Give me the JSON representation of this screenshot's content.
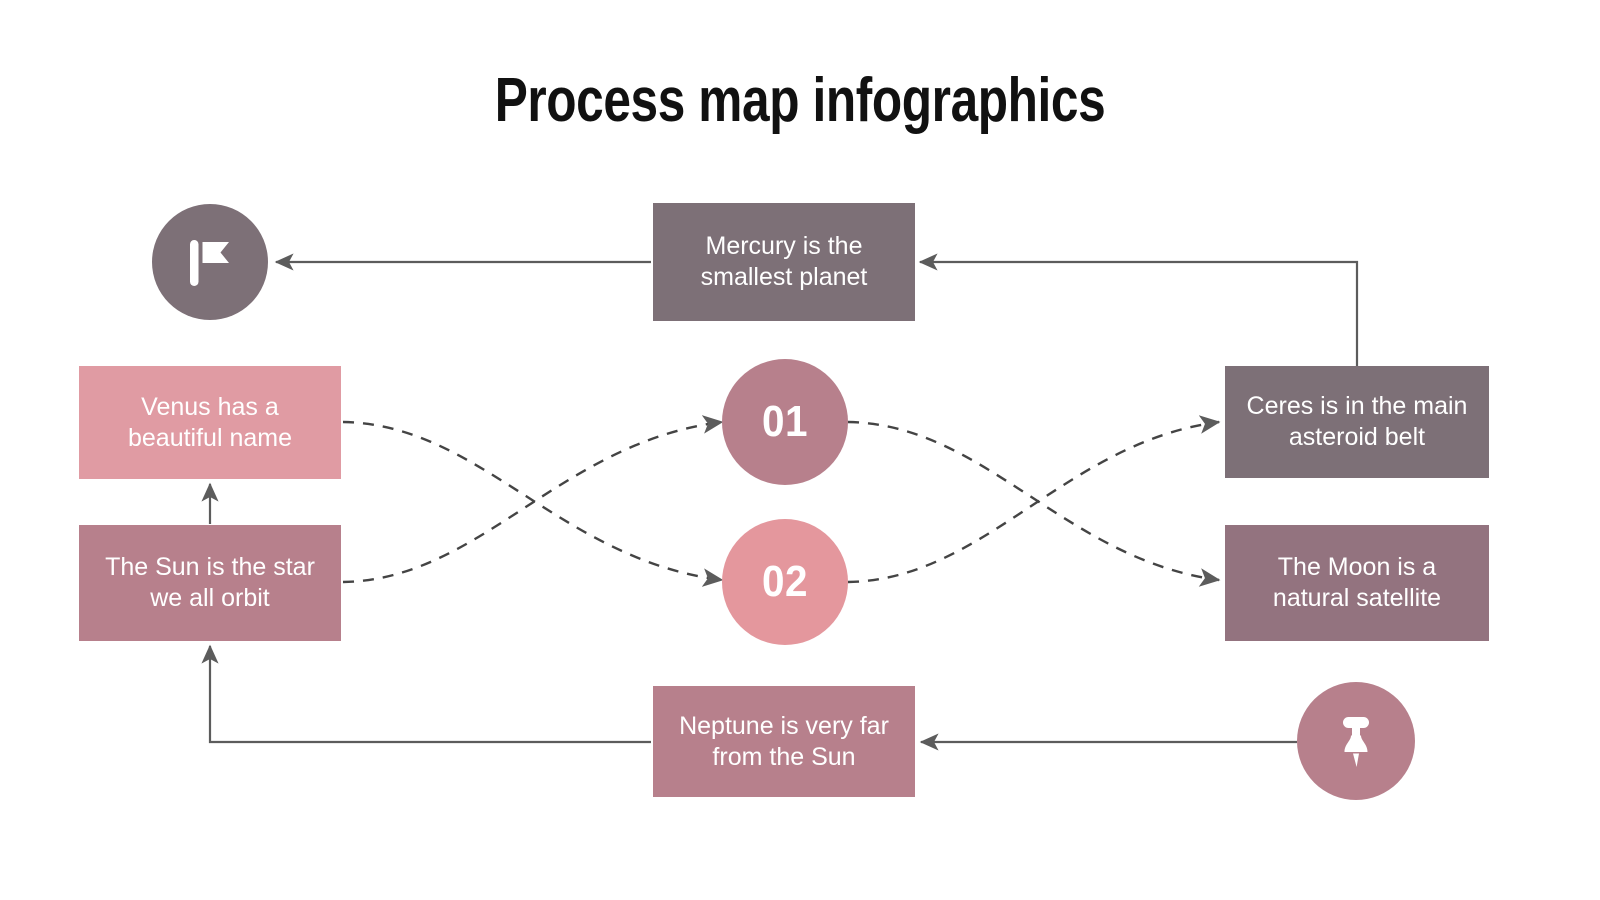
{
  "title": "Process map infographics",
  "colors": {
    "dark_mauve": "#7d7077",
    "mauve": "#93737f",
    "rose": "#b7808c",
    "light_pink": "#e09ba3",
    "bright_pink": "#e4979d",
    "line": "#5c5c5c",
    "text_on_fill": "#ffffff",
    "title_text": "#111111",
    "background": "#ffffff"
  },
  "nodes": {
    "flag_badge": {
      "icon": "flag-icon",
      "fill": "#7d7077"
    },
    "pin_badge": {
      "icon": "pushpin-icon",
      "fill": "#b7808c"
    },
    "mercury": {
      "label": "Mercury is the\nsmallest planet",
      "line1": "Mercury is the",
      "line2": "smallest planet",
      "fill": "#7d7077"
    },
    "venus": {
      "label": "Venus has a\nbeautiful name",
      "line1": "Venus has a",
      "line2": "beautiful name",
      "fill": "#e09ba3"
    },
    "sun": {
      "label": "The Sun is the star\nwe all orbit",
      "line1": "The Sun is the star",
      "line2": "we all orbit",
      "fill": "#b7808c"
    },
    "ceres": {
      "label": "Ceres is in the main\nasteroid belt",
      "line1": "Ceres is in the main",
      "line2": "asteroid belt",
      "fill": "#7d7077"
    },
    "moon": {
      "label": "The Moon is a\nnatural satellite",
      "line1": "The Moon is a",
      "line2": "natural satellite",
      "fill": "#93737f"
    },
    "neptune": {
      "label": "Neptune is very far\nfrom the Sun",
      "line1": "Neptune is very far",
      "line2": "from the Sun",
      "fill": "#b7808c"
    },
    "step_one": {
      "number": "01",
      "fill": "#b7808c"
    },
    "step_two": {
      "number": "02",
      "fill": "#e4979d"
    }
  },
  "connectors": [
    {
      "from": "mercury",
      "to": "flag_badge",
      "style": "solid",
      "arrow": true
    },
    {
      "from": "ceres",
      "to": "mercury",
      "style": "solid",
      "arrow": true
    },
    {
      "from": "sun",
      "to": "venus",
      "style": "solid",
      "arrow": true
    },
    {
      "from": "neptune",
      "to": "sun",
      "style": "solid",
      "arrow": true
    },
    {
      "from": "pin_badge",
      "to": "neptune",
      "style": "solid",
      "arrow": true
    },
    {
      "from": "venus",
      "to": "step_two",
      "style": "dashed",
      "arrow": true
    },
    {
      "from": "sun",
      "to": "step_one",
      "style": "dashed",
      "arrow": true
    },
    {
      "from": "step_one",
      "to": "moon",
      "style": "dashed",
      "arrow": true
    },
    {
      "from": "step_two",
      "to": "ceres",
      "style": "dashed",
      "arrow": true
    }
  ]
}
